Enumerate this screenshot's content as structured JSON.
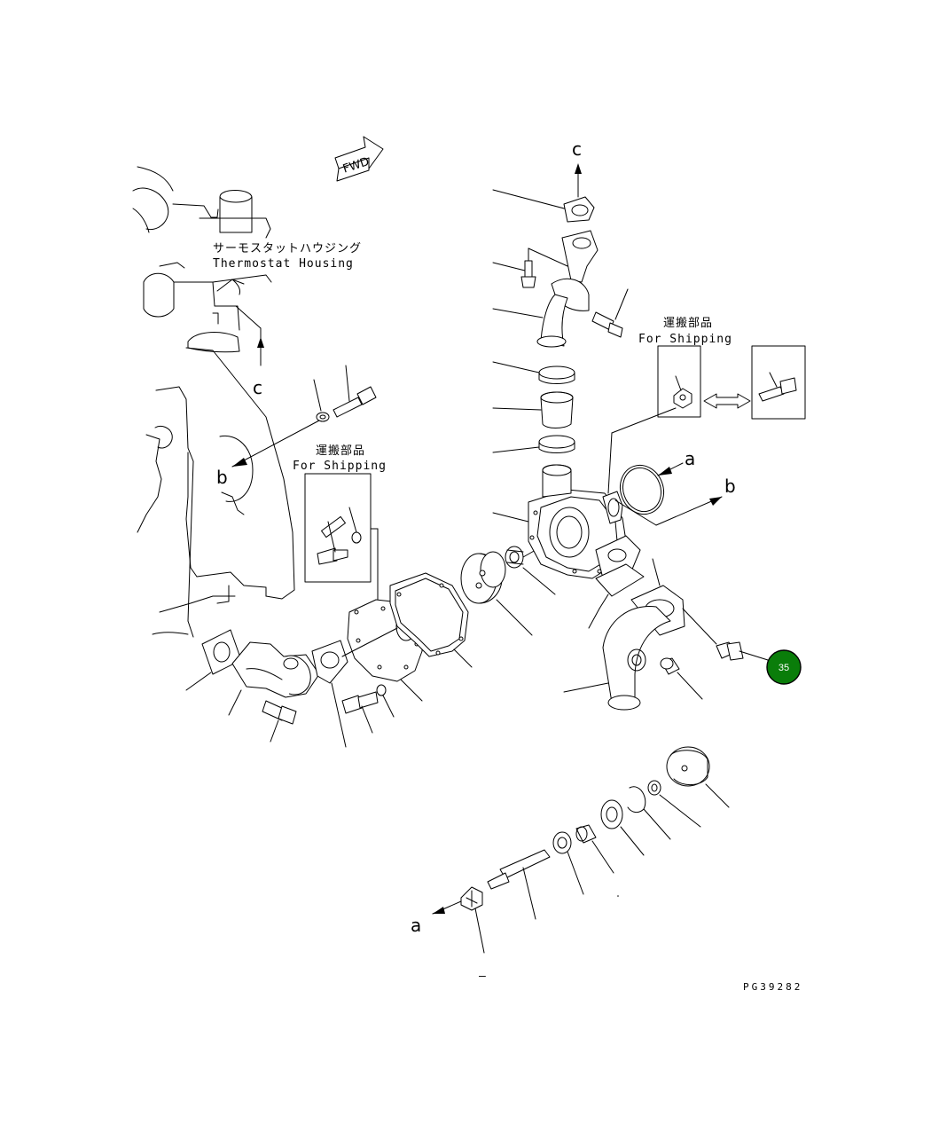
{
  "labels": {
    "fwd": "FWD",
    "thermostat_jp": "サーモスタットハウジング",
    "thermostat_en": "Thermostat Housing",
    "shipping_jp": "運搬部品",
    "shipping_en": "For Shipping",
    "ref_a": "a",
    "ref_b": "b",
    "ref_c": "c",
    "dash": "–",
    "drawing_code": "PG39282"
  },
  "callout": {
    "number": "35",
    "color": "#0a7d0a"
  },
  "colors": {
    "line": "#000000",
    "background": "#ffffff",
    "callout_fill": "#0a7d0a"
  }
}
